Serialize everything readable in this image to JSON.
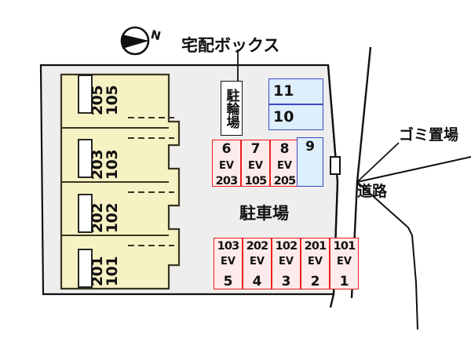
{
  "plan": {
    "title_labels": {
      "delivery_box": "宅配ボックス",
      "bicycle_parking": "駐輪場",
      "parking_lot": "駐車場",
      "garbage_area": "ゴミ置場",
      "road": "道路",
      "compass_north": "N"
    },
    "colors": {
      "site_fill": "#eeeeee",
      "site_stroke": "#111111",
      "building_fill": "#f7f2c4",
      "building_stroke": "#3a3520",
      "balcony_fill": "#ffffff",
      "stall_red_stroke": "#ee1c1c",
      "stall_red_fill": "#fdeaea",
      "stall_blue_stroke": "#3b46c4",
      "stall_blue_fill": "#ddeefc",
      "text": "#111111"
    }
  },
  "building": {
    "units": [
      {
        "upper": "205",
        "lower": "105"
      },
      {
        "upper": "203",
        "lower": "103"
      },
      {
        "upper": "202",
        "lower": "102"
      },
      {
        "upper": "201",
        "lower": "101"
      }
    ]
  },
  "parking": {
    "visitor_stalls": [
      {
        "number": "11",
        "style": "blue"
      },
      {
        "number": "10",
        "style": "blue"
      }
    ],
    "middle_row": [
      {
        "number": "6",
        "ev": "EV",
        "unit": "203",
        "style": "red"
      },
      {
        "number": "7",
        "ev": "EV",
        "unit": "105",
        "style": "red"
      },
      {
        "number": "8",
        "ev": "EV",
        "unit": "205",
        "style": "red"
      },
      {
        "number": "9",
        "ev": "",
        "unit": "",
        "style": "blue"
      }
    ],
    "bottom_row": [
      {
        "unit": "103",
        "ev": "EV",
        "number": "5",
        "style": "red"
      },
      {
        "unit": "202",
        "ev": "EV",
        "number": "4",
        "style": "red"
      },
      {
        "unit": "102",
        "ev": "EV",
        "number": "3",
        "style": "red"
      },
      {
        "unit": "201",
        "ev": "EV",
        "number": "2",
        "style": "red"
      },
      {
        "unit": "101",
        "ev": "EV",
        "number": "1",
        "style": "red"
      }
    ]
  }
}
